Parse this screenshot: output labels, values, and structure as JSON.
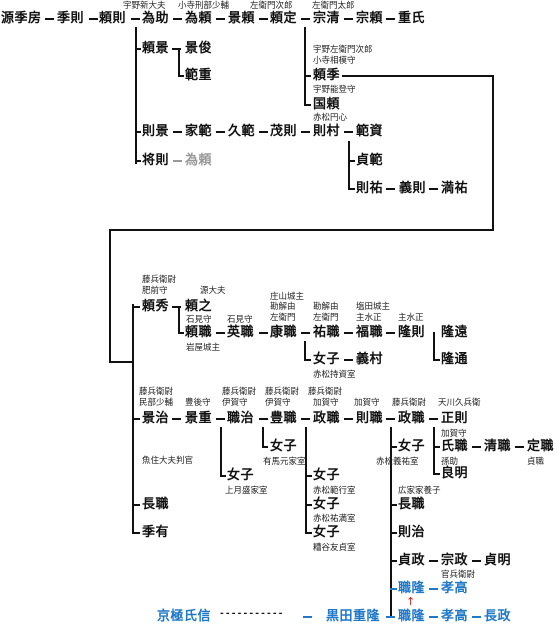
{
  "colors": {
    "text": "#111111",
    "gray": "#999999",
    "blue": "#1f78c8",
    "red": "#d02020",
    "line": "#111111"
  },
  "persons": [
    {
      "id": "p1",
      "text": "源季房"
    },
    {
      "id": "p2",
      "text": "季則"
    },
    {
      "id": "p3",
      "text": "頼則"
    },
    {
      "id": "p4",
      "text": "為助"
    },
    {
      "id": "p5",
      "text": "為頼"
    },
    {
      "id": "p6",
      "text": "景頼"
    },
    {
      "id": "p7",
      "text": "頼定"
    },
    {
      "id": "p8",
      "text": "宗清"
    },
    {
      "id": "p9",
      "text": "宗頼"
    },
    {
      "id": "p10",
      "text": "重氏"
    },
    {
      "id": "p11",
      "text": "頼景"
    },
    {
      "id": "p12",
      "text": "景俊"
    },
    {
      "id": "p13",
      "text": "範重"
    },
    {
      "id": "p14",
      "text": "頼季"
    },
    {
      "id": "p15",
      "text": "国頼"
    },
    {
      "id": "p16",
      "text": "則景"
    },
    {
      "id": "p17",
      "text": "家範"
    },
    {
      "id": "p18",
      "text": "久範"
    },
    {
      "id": "p19",
      "text": "茂則"
    },
    {
      "id": "p20",
      "text": "則村"
    },
    {
      "id": "p21",
      "text": "範資"
    },
    {
      "id": "p22",
      "text": "貞範"
    },
    {
      "id": "p23",
      "text": "則祐"
    },
    {
      "id": "p24",
      "text": "義則"
    },
    {
      "id": "p25",
      "text": "満祐"
    },
    {
      "id": "p26",
      "text": "将則"
    },
    {
      "id": "p27",
      "text": "為頼"
    },
    {
      "id": "p28",
      "text": "頼秀"
    },
    {
      "id": "p29",
      "text": "頼之"
    },
    {
      "id": "p30",
      "text": "頼職"
    },
    {
      "id": "p31",
      "text": "英職"
    },
    {
      "id": "p32",
      "text": "康職"
    },
    {
      "id": "p33",
      "text": "祐職"
    },
    {
      "id": "p34",
      "text": "福職"
    },
    {
      "id": "p35",
      "text": "隆則"
    },
    {
      "id": "p36",
      "text": "隆遠"
    },
    {
      "id": "p37",
      "text": "隆通"
    },
    {
      "id": "p38",
      "text": "女子"
    },
    {
      "id": "p39",
      "text": "義村"
    },
    {
      "id": "p40",
      "text": "景治"
    },
    {
      "id": "p41",
      "text": "景重"
    },
    {
      "id": "p42",
      "text": "職治"
    },
    {
      "id": "p43",
      "text": "豊職"
    },
    {
      "id": "p44",
      "text": "政職"
    },
    {
      "id": "p45",
      "text": "則職"
    },
    {
      "id": "p46",
      "text": "政職"
    },
    {
      "id": "p47",
      "text": "正則"
    },
    {
      "id": "p48",
      "text": "女子"
    },
    {
      "id": "p49",
      "text": "女子"
    },
    {
      "id": "p50",
      "text": "女子"
    },
    {
      "id": "p51",
      "text": "女子"
    },
    {
      "id": "p52",
      "text": "女子"
    },
    {
      "id": "p53",
      "text": "女子"
    },
    {
      "id": "p54",
      "text": "氏職"
    },
    {
      "id": "p55",
      "text": "清職"
    },
    {
      "id": "p56",
      "text": "定職"
    },
    {
      "id": "p57",
      "text": "良明"
    },
    {
      "id": "p58",
      "text": "長職"
    },
    {
      "id": "p59",
      "text": "長職"
    },
    {
      "id": "p60",
      "text": "季有"
    },
    {
      "id": "p61",
      "text": "則治"
    },
    {
      "id": "p62",
      "text": "貞政"
    },
    {
      "id": "p63",
      "text": "宗政"
    },
    {
      "id": "p64",
      "text": "貞明"
    },
    {
      "id": "p65",
      "text": "職隆"
    },
    {
      "id": "p66",
      "text": "孝高"
    },
    {
      "id": "p67",
      "text": "京極氏信"
    },
    {
      "id": "p68",
      "text": "黒田重隆"
    },
    {
      "id": "p69",
      "text": "職隆"
    },
    {
      "id": "p70",
      "text": "孝高"
    },
    {
      "id": "p71",
      "text": "長政"
    }
  ],
  "notes": [
    {
      "id": "n1",
      "text": "宇野新大夫"
    },
    {
      "id": "n2",
      "text": "小寺刑部少輔"
    },
    {
      "id": "n3",
      "text": "左衛門次郎"
    },
    {
      "id": "n4",
      "text": "左衛門太郎"
    },
    {
      "id": "n5",
      "text": "宇野左衛門次郎"
    },
    {
      "id": "n6",
      "text": "小寺相模守"
    },
    {
      "id": "n7",
      "text": "宇野能登守"
    },
    {
      "id": "n8",
      "text": "赤松円心"
    },
    {
      "id": "n9",
      "text": "藤兵衛尉"
    },
    {
      "id": "n10",
      "text": "肥前守"
    },
    {
      "id": "n11",
      "text": "源大夫"
    },
    {
      "id": "n12",
      "text": "石見守"
    },
    {
      "id": "n13",
      "text": "石見守"
    },
    {
      "id": "n14",
      "text": "庄山城主"
    },
    {
      "id": "n15",
      "text": "勘解由"
    },
    {
      "id": "n16",
      "text": "左衛門"
    },
    {
      "id": "n17",
      "text": "勘解由"
    },
    {
      "id": "n18",
      "text": "左衛門"
    },
    {
      "id": "n19",
      "text": "塩田城主"
    },
    {
      "id": "n20",
      "text": "主水正"
    },
    {
      "id": "n21",
      "text": "主水正"
    },
    {
      "id": "n22",
      "text": "岩屋城主"
    },
    {
      "id": "n23",
      "text": "赤松持資室"
    },
    {
      "id": "n24",
      "text": "藤兵衛尉"
    },
    {
      "id": "n25",
      "text": "民部少輔"
    },
    {
      "id": "n26",
      "text": "豊後守"
    },
    {
      "id": "n27",
      "text": "藤兵衛尉"
    },
    {
      "id": "n28",
      "text": "伊賀守"
    },
    {
      "id": "n29",
      "text": "藤兵衛尉"
    },
    {
      "id": "n30",
      "text": "伊賀守"
    },
    {
      "id": "n31",
      "text": "藤兵衛尉"
    },
    {
      "id": "n32",
      "text": "加賀守"
    },
    {
      "id": "n33",
      "text": "加賀守"
    },
    {
      "id": "n34",
      "text": "藤兵衛尉"
    },
    {
      "id": "n35",
      "text": "天川久兵衛"
    },
    {
      "id": "n36",
      "text": "加賀守"
    },
    {
      "id": "n37",
      "text": "有馬元家室"
    },
    {
      "id": "n38",
      "text": "赤松義祐室"
    },
    {
      "id": "n39",
      "text": "孫助"
    },
    {
      "id": "n40",
      "text": "貞職"
    },
    {
      "id": "n41",
      "text": "上月盛家室"
    },
    {
      "id": "n42",
      "text": "赤松範行室"
    },
    {
      "id": "n43",
      "text": "魚住大夫判官"
    },
    {
      "id": "n44",
      "text": "広家家養子"
    },
    {
      "id": "n45",
      "text": "赤松祐満室"
    },
    {
      "id": "n46",
      "text": "糟谷友貞室"
    },
    {
      "id": "n47",
      "text": "官兵衛尉"
    }
  ],
  "arrow_symbol": "↑",
  "dotted_symbol": "- - - - - - - - - - -"
}
